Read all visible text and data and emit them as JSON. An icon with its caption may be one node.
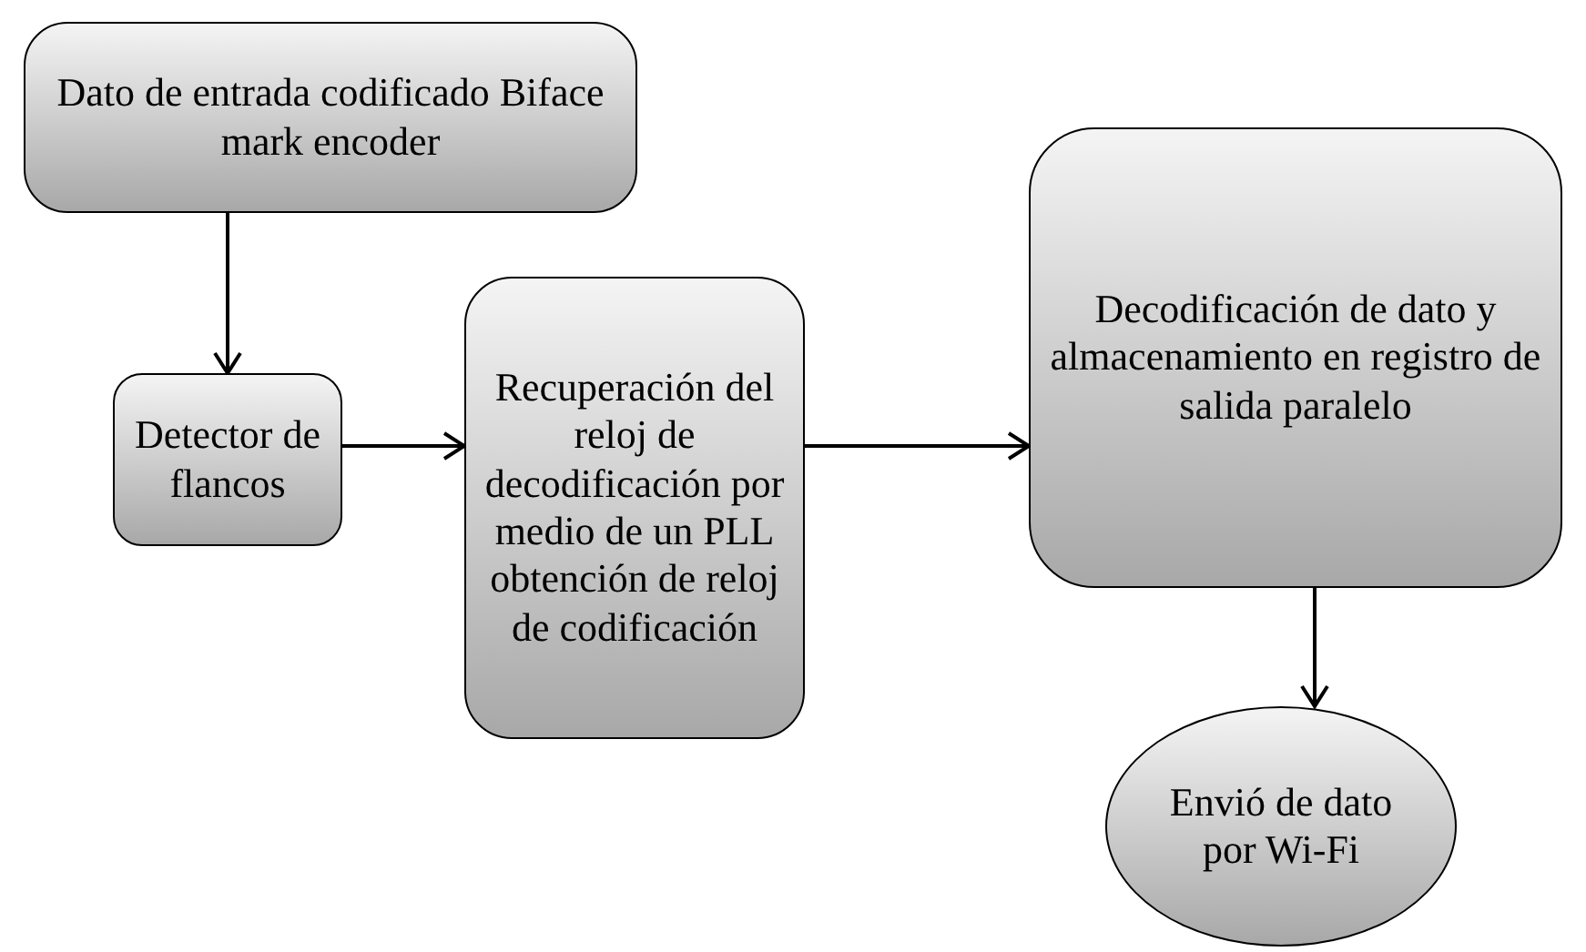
{
  "diagram": {
    "nodes": [
      {
        "text": [
          "Dato de entrada codificado Biface mark encoder"
        ]
      },
      {
        "text": [
          "Detector de flancos"
        ]
      },
      {
        "text": [
          "Recuperación del reloj de decodificación por medio de un PLL obtención de reloj de codificación"
        ]
      },
      {
        "text": [
          "Decodificación de dato y almacenamiento en registro de salida paralelo"
        ]
      },
      {
        "text": [
          "Envió de dato por Wi-Fi"
        ]
      }
    ],
    "edges": [
      {
        "from": 0,
        "to": 1,
        "arrow": "to"
      },
      {
        "from": 1,
        "to": 2,
        "arrow": "to"
      },
      {
        "from": 2,
        "to": 3,
        "arrow": "to"
      },
      {
        "from": 3,
        "to": 4,
        "arrow": "to"
      }
    ]
  }
}
